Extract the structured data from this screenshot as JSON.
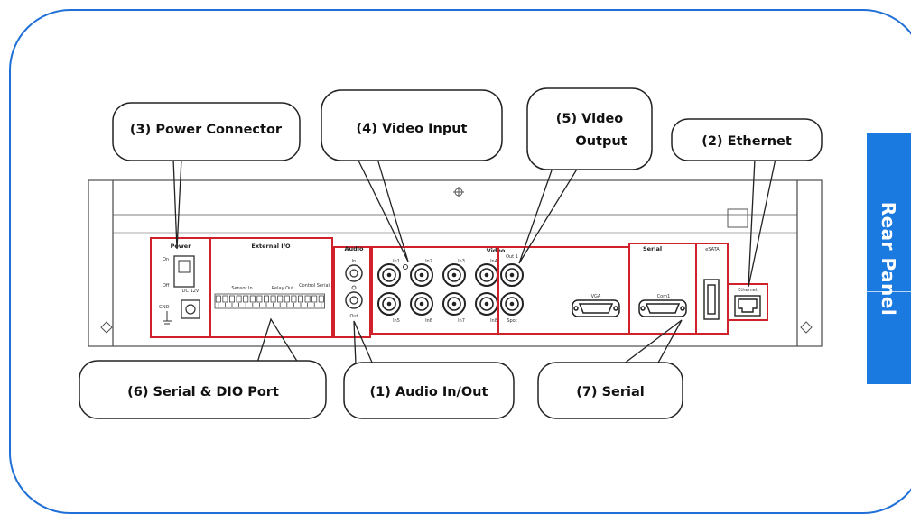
{
  "side_tab": {
    "label": "Rear Panel"
  },
  "callouts": {
    "power": "(3) Power Connector",
    "video_input": "(4) Video Input",
    "video_output_line1": "(5) Video",
    "video_output_line2": "Output",
    "ethernet": "(2) Ethernet",
    "serial_dio": "(6) Serial & DIO Port",
    "audio": "(1) Audio In/Out",
    "serial": "(7) Serial"
  },
  "panel": {
    "power_section": "Power",
    "power_on": "On",
    "power_off": "Off",
    "power_gnd": "GND",
    "dc_label": "DC 12V",
    "external_io": "External I/O",
    "sensor_in": "Sensor In",
    "relay_out": "Relay Out",
    "control_serial": "Control Serial",
    "audio_section": "Audio",
    "audio_in": "In",
    "audio_out": "Out",
    "video_section": "Video",
    "video_inputs": [
      "In1",
      "In2",
      "In3",
      "In4",
      "In5",
      "In6",
      "In7",
      "In8"
    ],
    "video_out_top": "Out 1",
    "video_out_bottom": "Spot",
    "vga": "VGA",
    "serial_section": "Serial",
    "com1": "Com1",
    "esata": "eSATA",
    "ethernet_section": "Ethernet"
  },
  "colors": {
    "frame": "#1f6fd6",
    "side_tab": "#1b7ae0",
    "highlight_box": "#d0202a",
    "line_art": "#444444"
  }
}
